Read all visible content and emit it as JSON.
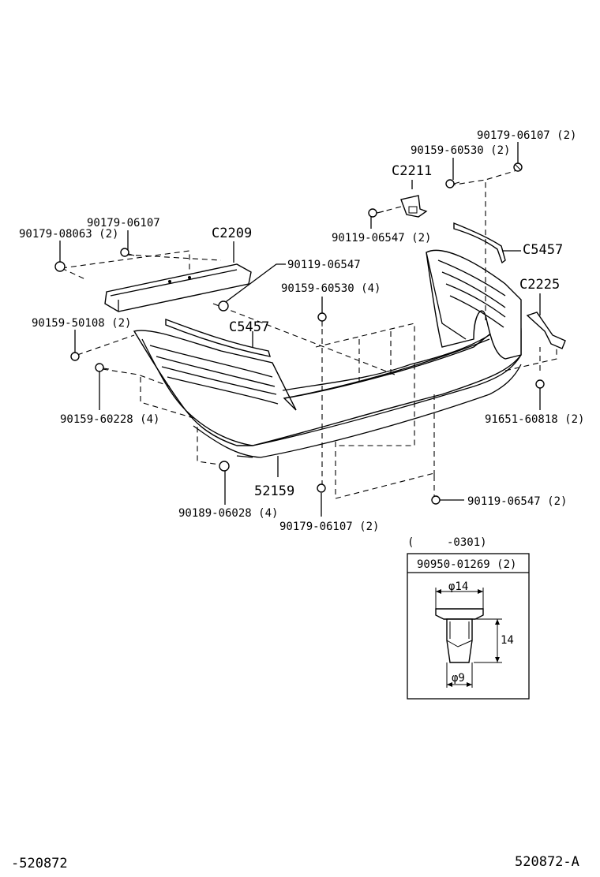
{
  "labels": {
    "p90179_06107_2_top": "90179-06107 (2)",
    "p90159_60530_2": "90159-60530 (2)",
    "c2211": "C2211",
    "p90119_06547_2_top": "90119-06547 (2)",
    "c5457_right": "C5457",
    "c2225": "C2225",
    "p90179_06107": "90179-06107",
    "p90179_08063_2": "90179-08063 (2)",
    "c2209": "C2209",
    "p90119_06547": "90119-06547",
    "p90159_60530_4": "90159-60530 (4)",
    "p90159_50108_2": "90159-50108 (2)",
    "c5457_left": "C5457",
    "p90159_60228_4": "90159-60228 (4)",
    "p91651_60818_2": "91651-60818 (2)",
    "p52159": "52159",
    "p90189_06028_4": "90189-06028 (4)",
    "p90179_06107_2_bottom": "90179-06107 (2)",
    "p90119_06547_2_bottom": "90119-06547 (2)"
  },
  "inset": {
    "date_range_open": "(",
    "date_range_close": "-0301)",
    "part_number": "90950-01269 (2)",
    "head_diameter": "φ14",
    "length": "14",
    "shank_diameter": "φ9"
  },
  "footer": {
    "left_code": "-520872",
    "right_code": "520872-A"
  }
}
